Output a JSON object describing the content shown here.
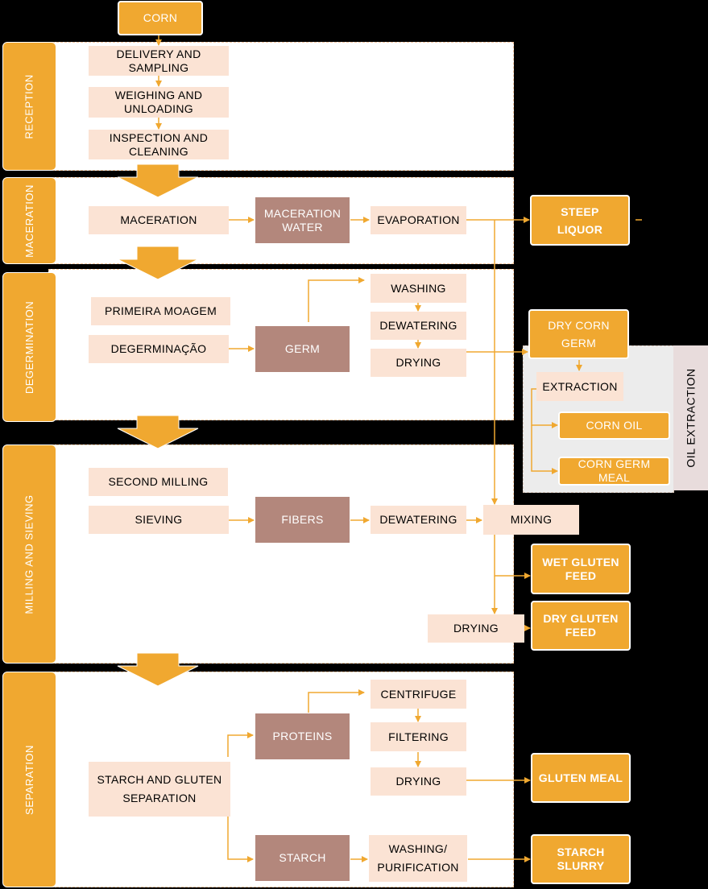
{
  "colors": {
    "accent": "#f0a830",
    "light_box": "#fbe3d4",
    "brown_box": "#b3877c",
    "connector": "#f0a830"
  },
  "input": {
    "corn": "CORN"
  },
  "stages": {
    "reception": {
      "label": "RECEPTION",
      "steps": [
        "DELIVERY AND\nSAMPLING",
        "WEIGHING AND\nUNLOADING",
        "INSPECTION AND\nCLEANING"
      ]
    },
    "maceration": {
      "label": "MACERATION",
      "maceration": "MACERATION",
      "maceration_water": "MACERATION\nWATER",
      "evaporation": "EVAPORATION"
    },
    "degermination": {
      "label": "DEGERMINATION",
      "primeira_moagem": "PRIMEIRA MOAGEM",
      "degerminacao": "DEGERMINAÇÃO",
      "germ": "GERM",
      "washing": "WASHING",
      "dewatering": "DEWATERING",
      "drying": "DRYING"
    },
    "milling_sieving": {
      "label": "MILLING AND SIEVING",
      "second_milling": "SECOND MILLING",
      "sieving": "SIEVING",
      "fibers": "FIBERS",
      "dewatering": "DEWATERING",
      "mixing": "MIXING",
      "drying": "DRYING"
    },
    "separation": {
      "label": "SEPARATION",
      "starch_gluten": "STARCH AND GLUTEN\nSEPARATION",
      "proteins": "PROTEINS",
      "centrifuge": "CENTRIFUGE",
      "filtering": "FILTERING",
      "drying": "DRYING",
      "starch": "STARCH",
      "washing_purification": "WASHING/\nPURIFICATION"
    }
  },
  "oil_extraction": {
    "label": "OIL EXTRACTION",
    "extraction": "EXTRACTION",
    "corn_oil": "CORN OIL",
    "corn_germ_meal": "CORN GERM\nMEAL"
  },
  "products": {
    "steep_liquor": "STEEP\nLIQUOR",
    "dry_corn_germ": "DRY CORN\nGERM",
    "wet_gluten_feed": "WET GLUTEN\nFEED",
    "dry_gluten_feed": "DRY GLUTEN\nFEED",
    "gluten_meal": "GLUTEN MEAL",
    "starch_slurry": "STARCH\nSLURRY"
  }
}
